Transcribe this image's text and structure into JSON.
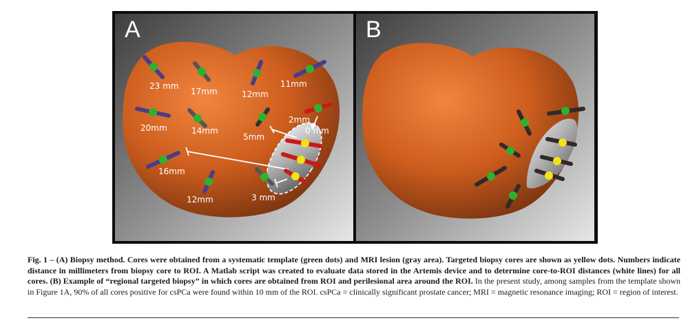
{
  "figure": {
    "panel_a_label": "A",
    "panel_b_label": "B",
    "distance_labels": {
      "d23": "23 mm",
      "d17": "17mm",
      "d12a": "12mm",
      "d11": "11mm",
      "d20": "20mm",
      "d14": "14mm",
      "d5": "5mm",
      "d2": "2mm",
      "d0": "0 mm",
      "d16": "16mm",
      "d12b": "12mm",
      "d3": "3 mm"
    }
  },
  "caption": {
    "label": "Fig. 1 – (A) Biopsy method. Cores were obtained from a systematic template (green dots) and MRI lesion (gray area). Targeted biopsy cores are shown as yellow dots. Numbers indicate distance in millimeters from biopsy core to ROI. A Matlab script was created to evaluate data stored in the Artemis device and to determine core-to-ROI distances (white lines) for all cores. (B) Example of “regional targeted biopsy” in which cores are obtained from ROI and perilesional area around the ROI.",
    "text": " In the present study, among samples from the template shown in Figure 1A, 90% of all cores positive for csPCa were found within 10 mm of the ROI. csPCa = clinically significant prostate cancer; MRI = magnetic resonance imaging; ROI = region of interest."
  }
}
